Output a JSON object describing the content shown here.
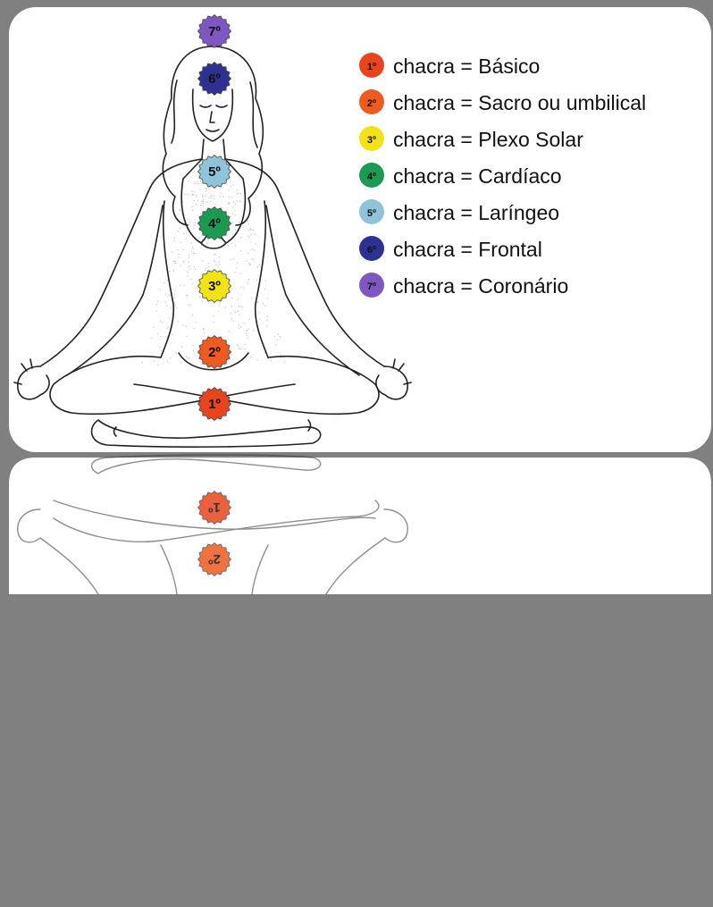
{
  "background_color": "#808080",
  "card_color": "#ffffff",
  "legend": [
    {
      "number": "1º",
      "label": "chacra = Básico",
      "color": "#e8451e"
    },
    {
      "number": "2º",
      "label": "chacra = Sacro ou umbilical",
      "color": "#ef5a20"
    },
    {
      "number": "3º",
      "label": "chacra = Plexo Solar",
      "color": "#f2e317"
    },
    {
      "number": "4º",
      "label": "chacra = Cardíaco",
      "color": "#1d9a52"
    },
    {
      "number": "5º",
      "label": "chacra = Laríngeo",
      "color": "#8ec3d9"
    },
    {
      "number": "6º",
      "label": "chacra = Frontal",
      "color": "#2e3192"
    },
    {
      "number": "7º",
      "label": "chacra = Coronário",
      "color": "#7e57c2"
    }
  ],
  "figure_badges": [
    {
      "number": "7º",
      "color": "#7e57c2"
    },
    {
      "number": "6º",
      "color": "#2e3192"
    },
    {
      "number": "5º",
      "color": "#8ec3d9"
    },
    {
      "number": "4º",
      "color": "#1d9a52"
    },
    {
      "number": "3º",
      "color": "#f2e317"
    },
    {
      "number": "2º",
      "color": "#ef5a20"
    },
    {
      "number": "1º",
      "color": "#e8451e"
    }
  ],
  "reflection_badges": [
    {
      "number": "1º",
      "color": "#e8451e"
    },
    {
      "number": "2º",
      "color": "#ef5a20"
    }
  ]
}
